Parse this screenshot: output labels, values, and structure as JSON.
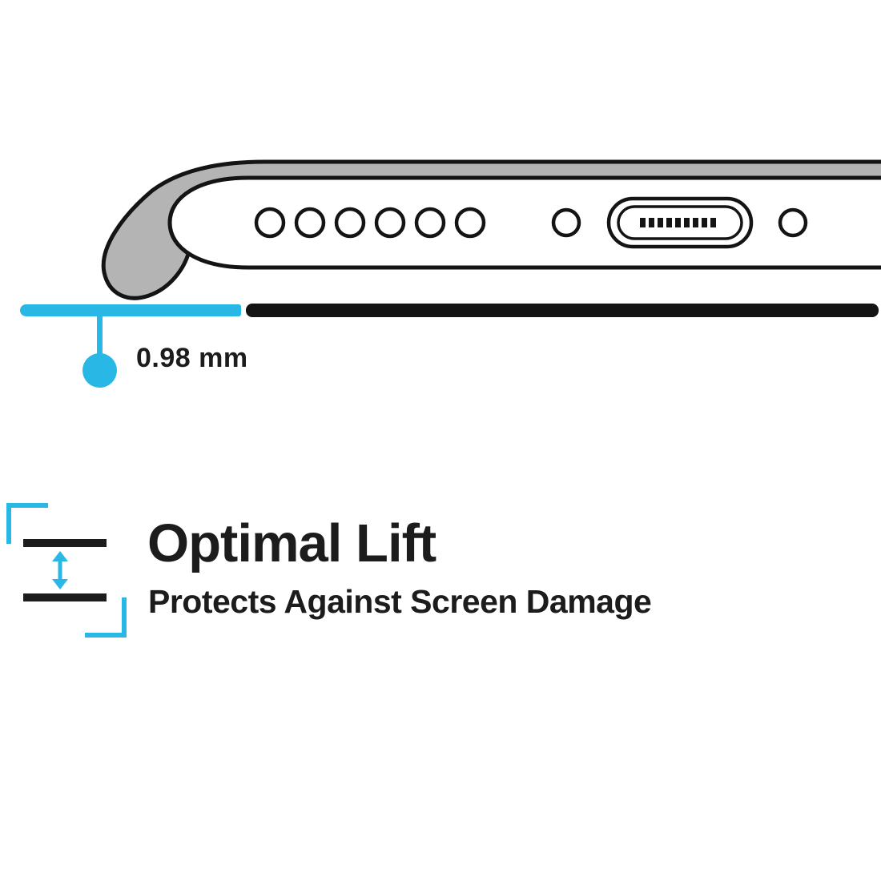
{
  "colors": {
    "accent": "#29b7e5",
    "ink": "#1c1c1c",
    "case": "#b4b4b4",
    "outline": "#141414"
  },
  "measurement": {
    "value": "0.98 mm"
  },
  "feature": {
    "title": "Optimal Lift",
    "subtitle": "Protects Against Screen Damage"
  }
}
